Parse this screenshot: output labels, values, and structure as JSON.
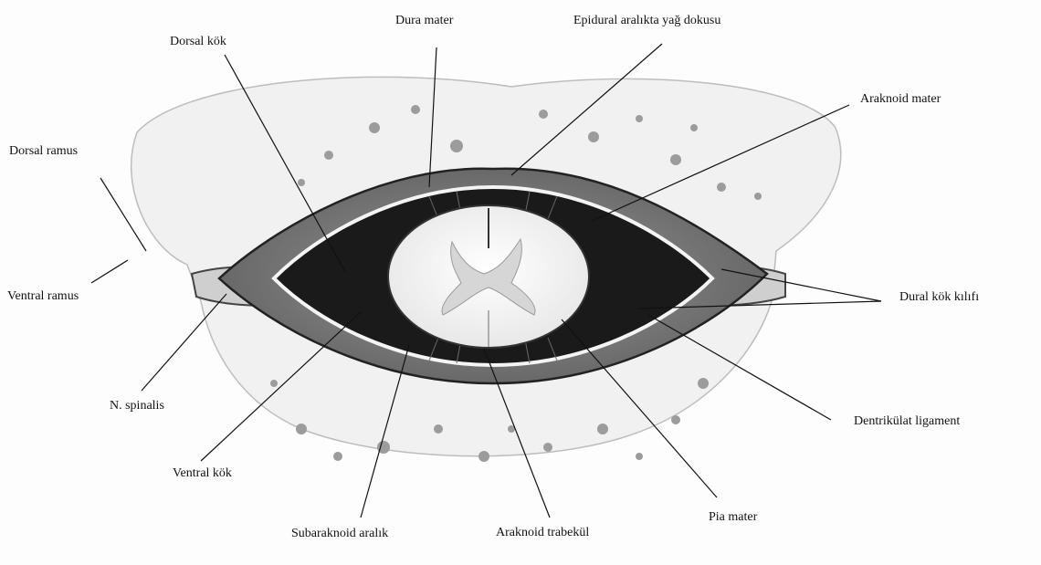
{
  "labels": {
    "dura_mater": "Dura mater",
    "epidural": "Epidural aralıkta yağ dokusu",
    "dorsal_kok": "Dorsal kök",
    "araknoid_mater": "Araknoid mater",
    "dorsal_ramus": "Dorsal ramus",
    "ventral_ramus": "Ventral ramus",
    "dural_kok_kilifi": "Dural kök kılıfı",
    "n_spinalis": "N. spinalis",
    "dentrikulat": "Dentrikülat ligament",
    "ventral_kok": "Ventral kök",
    "pia_mater": "Pia mater",
    "subaraknoid": "Subaraknoid aralık",
    "araknoid_trabekul": "Araknoid trabekül"
  }
}
